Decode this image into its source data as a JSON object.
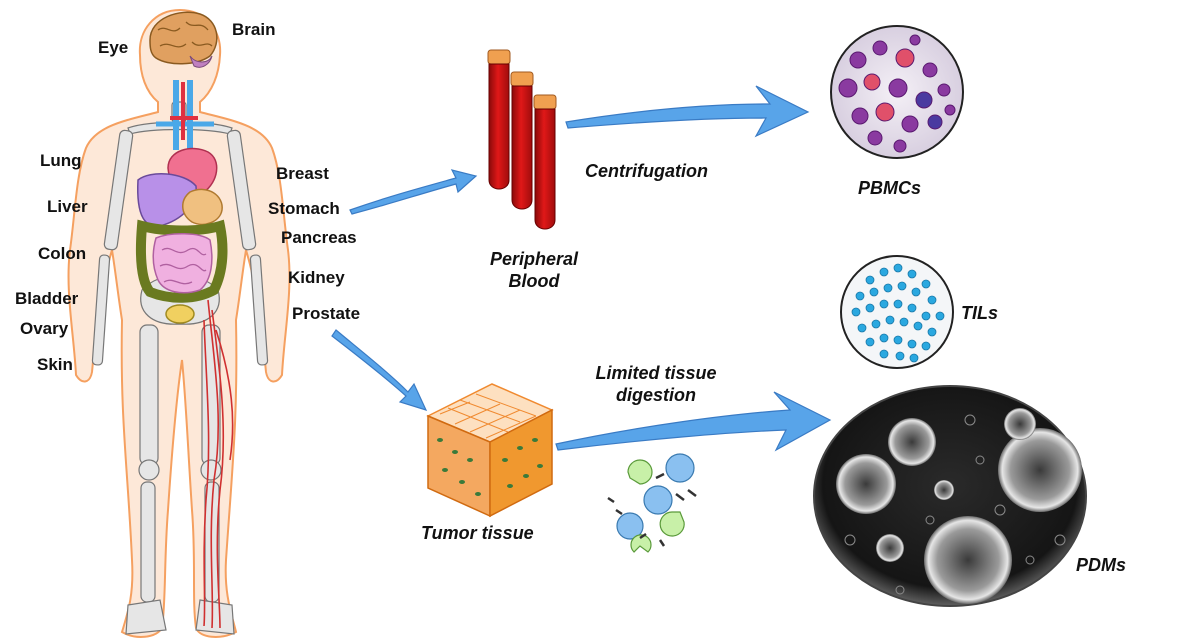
{
  "organs": {
    "eye": "Eye",
    "brain": "Brain",
    "lung": "Lung",
    "liver": "Liver",
    "colon": "Colon",
    "bladder": "Bladder",
    "ovary": "Ovary",
    "skin": "Skin",
    "breast": "Breast",
    "stomach": "Stomach",
    "pancreas": "Pancreas",
    "kidney": "Kidney",
    "prostate": "Prostate"
  },
  "sources": {
    "blood_line1": "Peripheral",
    "blood_line2": "Blood",
    "tumor": "Tumor tissue"
  },
  "processes": {
    "centrifugation": "Centrifugation",
    "digestion_line1": "Limited tissue",
    "digestion_line2": "digestion"
  },
  "products": {
    "pbmcs": "PBMCs",
    "tils": "TILs",
    "pdms": "PDMs"
  },
  "colors": {
    "arrow": "#4a9de8",
    "blood_tube": "#d41414",
    "tube_cap": "#f0a050",
    "tumor_tissue": "#f08a30",
    "til_cell": "#2aa8e0",
    "pbmc_cell": "#b050b0",
    "body_outline": "#f5a060",
    "body_fill": "#fde8d8"
  }
}
